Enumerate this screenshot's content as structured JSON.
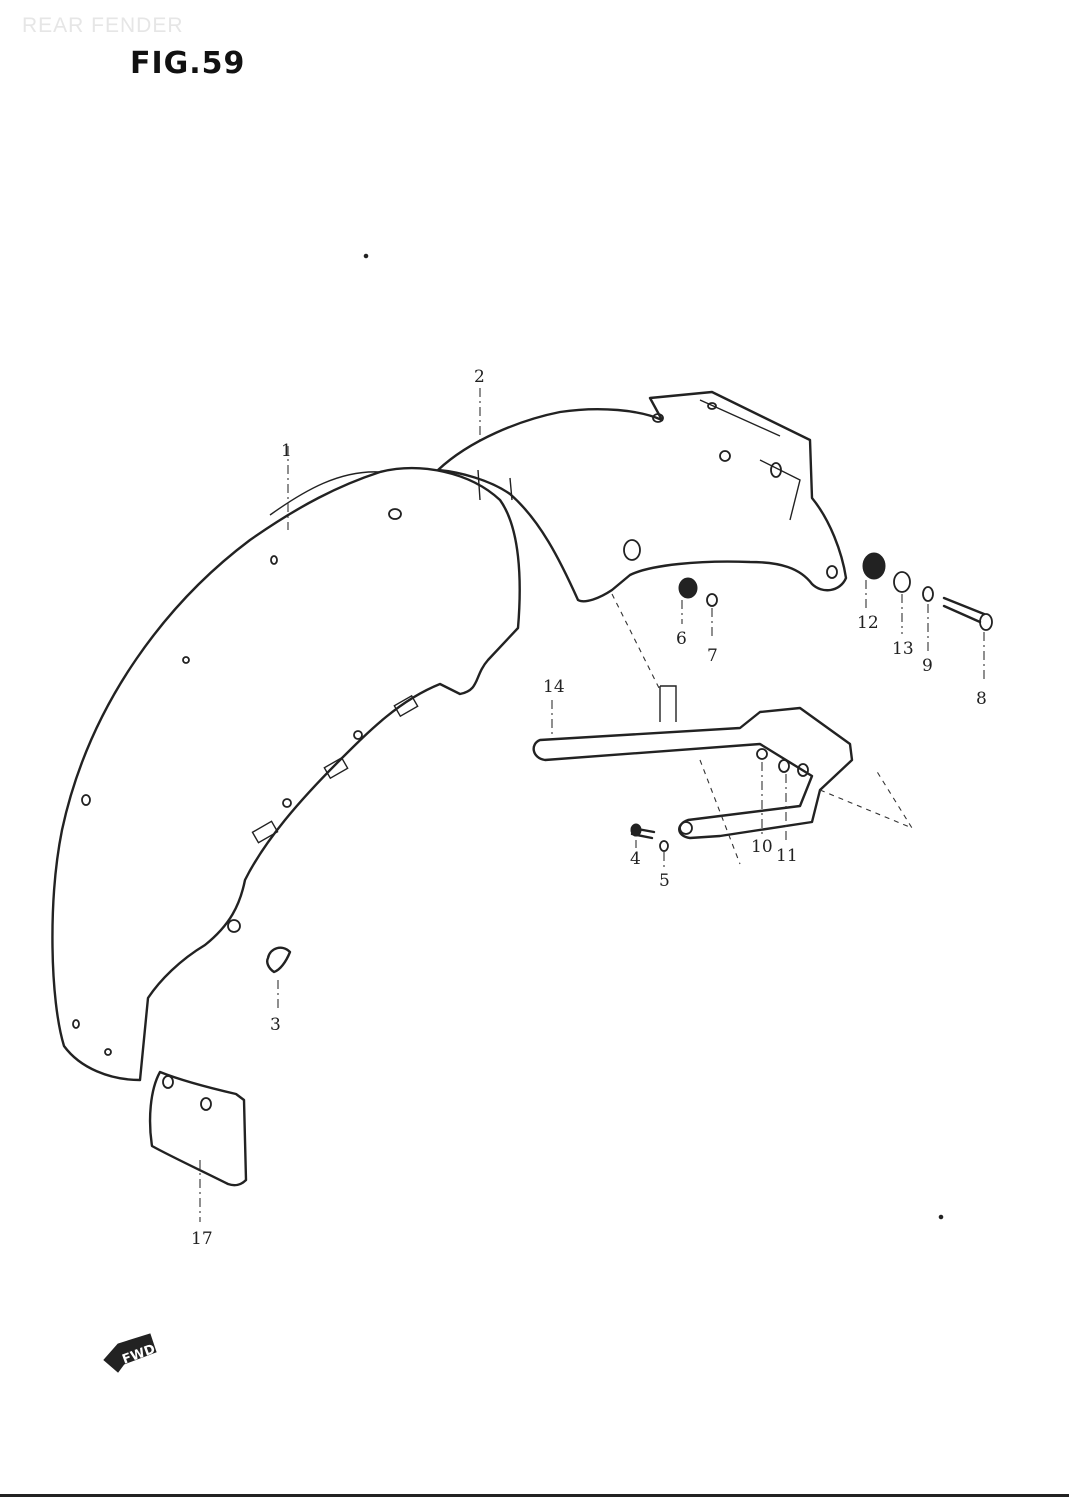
{
  "header": {
    "title": "REAR FENDER",
    "figure_label": "FIG.59"
  },
  "callouts": [
    {
      "id": "1"
    },
    {
      "id": "2"
    },
    {
      "id": "3"
    },
    {
      "id": "4"
    },
    {
      "id": "5"
    },
    {
      "id": "6"
    },
    {
      "id": "7"
    },
    {
      "id": "8"
    },
    {
      "id": "9"
    },
    {
      "id": "10"
    },
    {
      "id": "11"
    },
    {
      "id": "12"
    },
    {
      "id": "13"
    },
    {
      "id": "14"
    },
    {
      "id": "17"
    }
  ],
  "fwd_badge": {
    "label": "FWD",
    "icon": "forward-arrow-icon"
  }
}
